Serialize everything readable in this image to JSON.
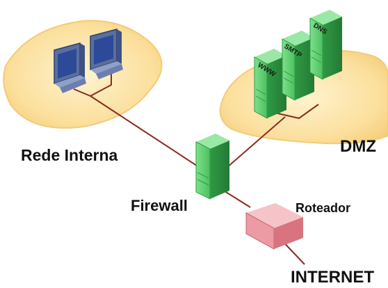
{
  "labels": {
    "internal_network": "Rede Interna",
    "dmz": "DMZ",
    "firewall": "Firewall",
    "router": "Roteador",
    "internet": "INTERNET"
  },
  "dmz_servers": [
    "WWW",
    "SMTP",
    "DNS"
  ],
  "colors": {
    "zone_fill": "#fbe3a6",
    "zone_edge": "#f0c468",
    "server_green": "#5fce70",
    "server_green_dark": "#2f9a44",
    "router_pink": "#ec9aa3",
    "monitor_blue": "#3a5fb0",
    "link_line": "#8a2a1e"
  }
}
